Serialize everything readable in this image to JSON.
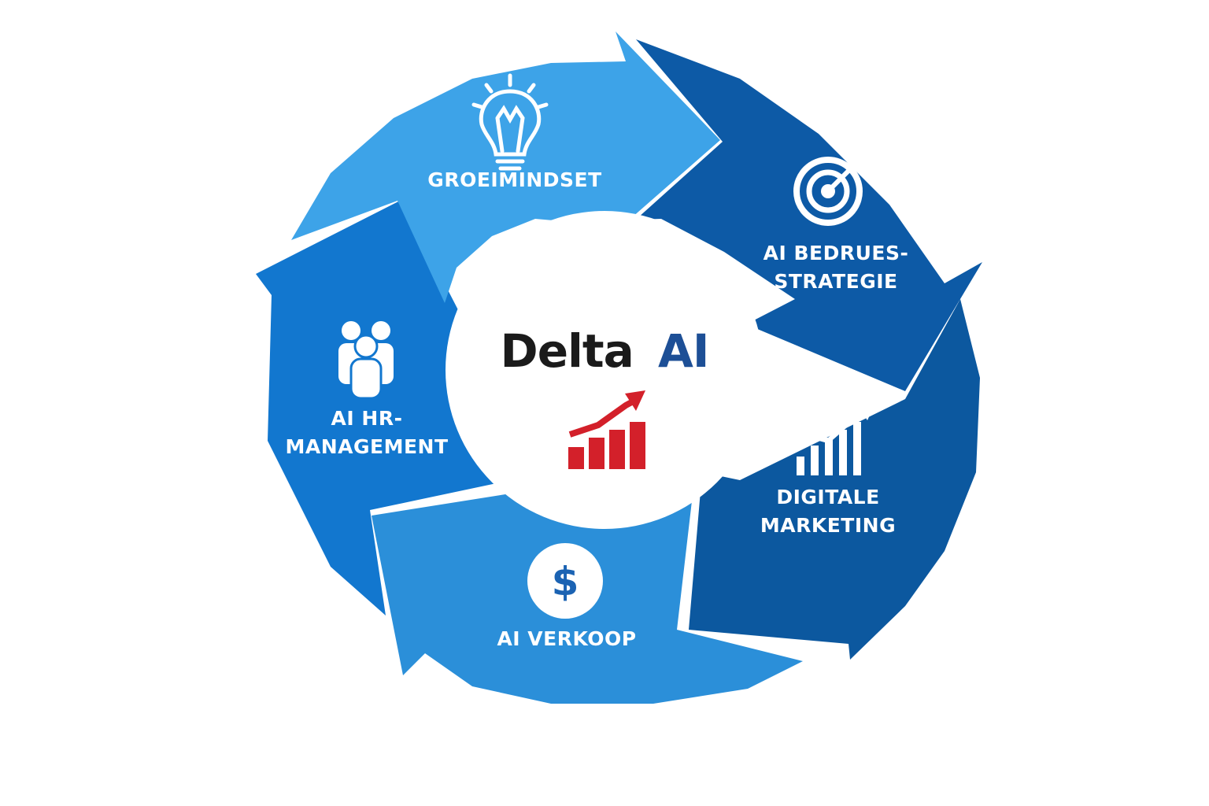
{
  "brand": {
    "name": "Delta",
    "suffix": "AI",
    "name_color": "#1b1b1b",
    "suffix_color": "#1d4f96",
    "chart_icon": "rising-bar-chart-icon",
    "chart_color": "#d3202a"
  },
  "segments": [
    {
      "id": "groeimindset",
      "lines": [
        "GROEIMINDSET"
      ],
      "icon": "lightbulb-icon",
      "color": "#3da3e8"
    },
    {
      "id": "bedrijfsstrategie",
      "lines": [
        "AI BEDRUES-",
        "STRATEGIE"
      ],
      "icon": "target-icon",
      "color": "#0d5aa6"
    },
    {
      "id": "digitale-marketing",
      "lines": [
        "DIGITALE",
        "MARKETING"
      ],
      "icon": "growth-chart-icon",
      "color": "#0c589f"
    },
    {
      "id": "verkoop",
      "lines": [
        "AI VERKOOP"
      ],
      "icon": "dollar-icon",
      "icon_text": "$",
      "color": "#2b8fd9"
    },
    {
      "id": "hr-management",
      "lines": [
        "AI HR-",
        "MANAGEMENT"
      ],
      "icon": "people-group-icon",
      "color": "#1277cf"
    }
  ]
}
